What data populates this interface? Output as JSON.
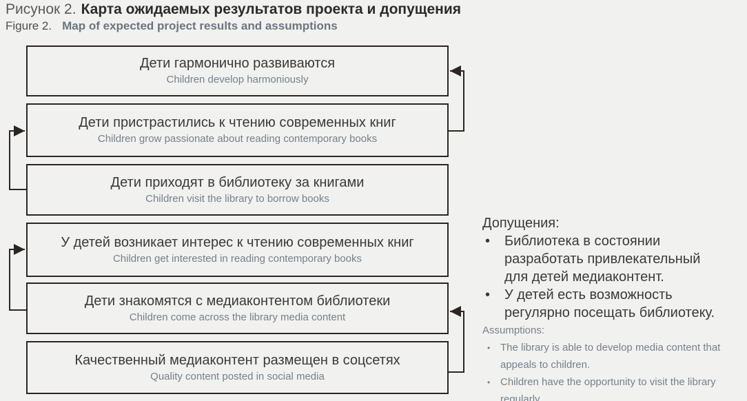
{
  "title": {
    "ru_prefix": "Рисунок 2.",
    "ru_bold": "Карта ожидаемых результатов проекта и допущения",
    "en_prefix": "Figure 2.",
    "en_bold": "Map of expected project results and assumptions"
  },
  "boxes": [
    {
      "ru": "Дети гармонично развиваются",
      "en": "Children develop harmoniously"
    },
    {
      "ru": "Дети пристрастились к чтению современных книг",
      "en": "Children grow passionate about reading contemporary books"
    },
    {
      "ru": "Дети приходят в библиотеку за книгами",
      "en": "Children visit the library to borrow books"
    },
    {
      "ru": "У детей возникает интерес к чтению современных книг",
      "en": "Children get interested in reading contemporary books"
    },
    {
      "ru": "Дети знакомятся с медиаконтентом библиотеки",
      "en": "Children come across the library media content"
    },
    {
      "ru": "Качественный медиаконтент размещен в соцсетях",
      "en": "Quality content posted in social media"
    }
  ],
  "assumptions": {
    "ru_title": "Допущения:",
    "ru_items": [
      "Библиотека в состоянии разработать привлекательный для детей медиаконтент.",
      "У детей есть возможность регулярно посещать библиотеку."
    ],
    "en_title": "Assumptions:",
    "en_items": [
      "The library is able to develop media content that appeals to children.",
      "Children have the opportunity to visit the library regularly."
    ]
  },
  "colors": {
    "background": "#f1f1ef",
    "box_border": "#2b2622",
    "text_dark": "#3a3a3a",
    "text_gray": "#76808b"
  }
}
